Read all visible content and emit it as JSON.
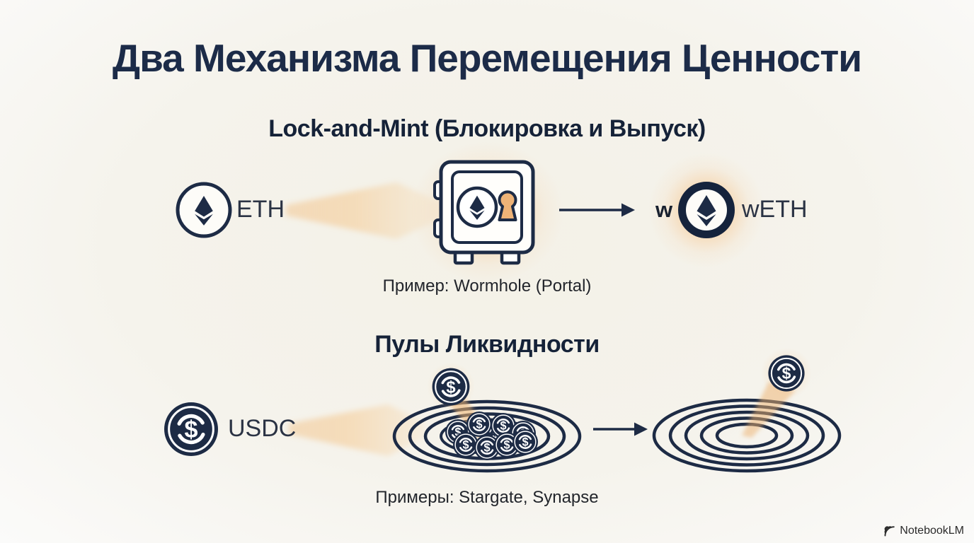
{
  "title": "Два Механизма Перемещения Ценности",
  "lock_and_mint": {
    "heading": "Lock-and-Mint (Блокировка и Выпуск)",
    "source_coin": "ETH",
    "wrapped_prefix": "w",
    "result_coin": "wETH",
    "example": "Пример: Wormhole (Portal)"
  },
  "liquidity_pools": {
    "heading": "Пулы Ликвидности",
    "source_coin": "USDC",
    "example": "Примеры: Stargate, Synapse"
  },
  "brand": {
    "name": "NotebookLM"
  },
  "icons": {
    "dollar_glyph": "$"
  },
  "colors": {
    "navy": "#1d2b45",
    "orange_glow": "#f2b36b",
    "keyhole_fill": "#eeb377",
    "background": "#f4f2ea",
    "text_dark": "#22252b"
  }
}
